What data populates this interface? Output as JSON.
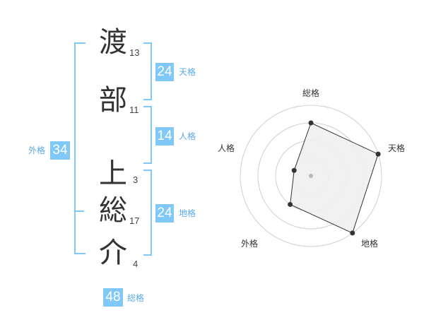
{
  "colors": {
    "accent": "#7fc8f8",
    "accent_text": "#5aa9e6"
  },
  "name_chars": [
    {
      "char": "渡",
      "strokes": "13"
    },
    {
      "char": "部",
      "strokes": "11"
    },
    {
      "char": "上",
      "strokes": "3"
    },
    {
      "char": "総",
      "strokes": "17"
    },
    {
      "char": "介",
      "strokes": "4"
    }
  ],
  "fortunes": {
    "tenkaku": {
      "value": "24",
      "label": "天格"
    },
    "jinkaku": {
      "value": "14",
      "label": "人格"
    },
    "chikaku": {
      "value": "24",
      "label": "地格"
    },
    "gaikaku": {
      "value": "34",
      "label": "外格"
    },
    "soukaku": {
      "value": "48",
      "label": "総格"
    }
  },
  "radar": {
    "axes": [
      "総格",
      "天格",
      "地格",
      "外格",
      "人格"
    ],
    "levels": 4,
    "values": [
      3,
      4,
      4,
      2,
      1
    ]
  }
}
